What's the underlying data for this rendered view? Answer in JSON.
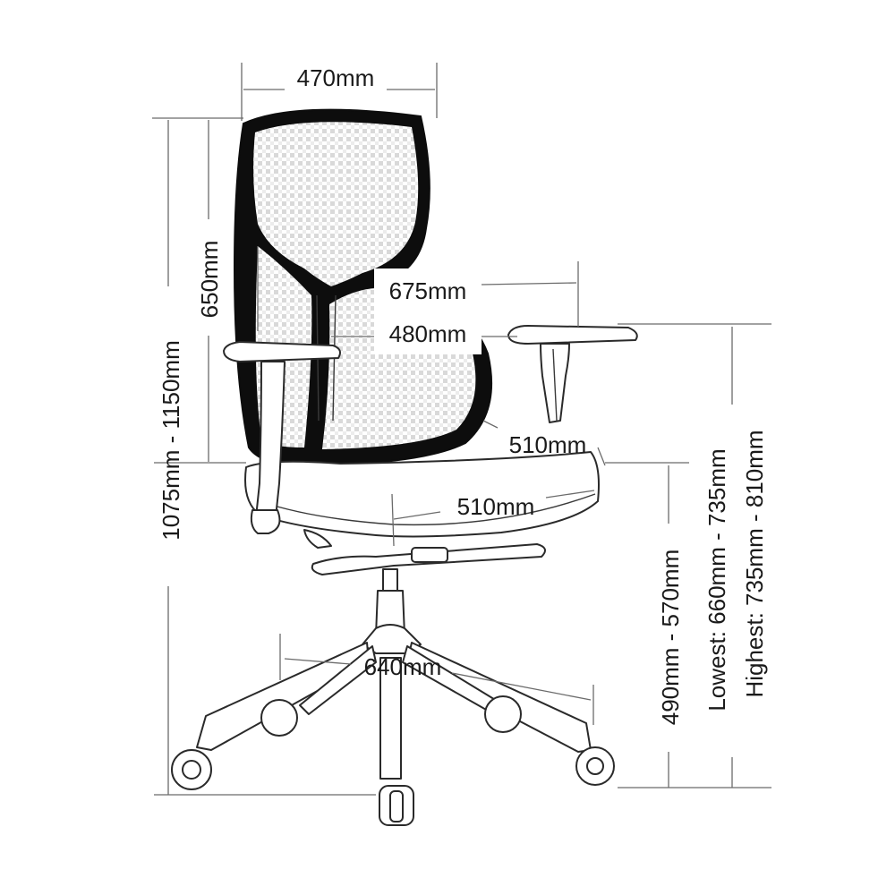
{
  "dimensions": {
    "backrest_width": "470mm",
    "backrest_height": "650mm",
    "overall_height": "1075mm - 1150mm",
    "overall_width": "675mm",
    "armrest_inner_width": "480mm",
    "seat_depth": "510mm",
    "seat_width": "510mm",
    "base_diameter": "640mm",
    "seat_height": "490mm - 570mm",
    "armrest_height_lowest": "Lowest: 660mm - 735mm",
    "armrest_height_highest": "Highest: 735mm - 810mm"
  },
  "colors": {
    "line": "#2a2a2a",
    "dimension_line": "#6b6b6b",
    "mesh_frame": "#0d0d0d",
    "mesh": "#cfcfcf"
  }
}
